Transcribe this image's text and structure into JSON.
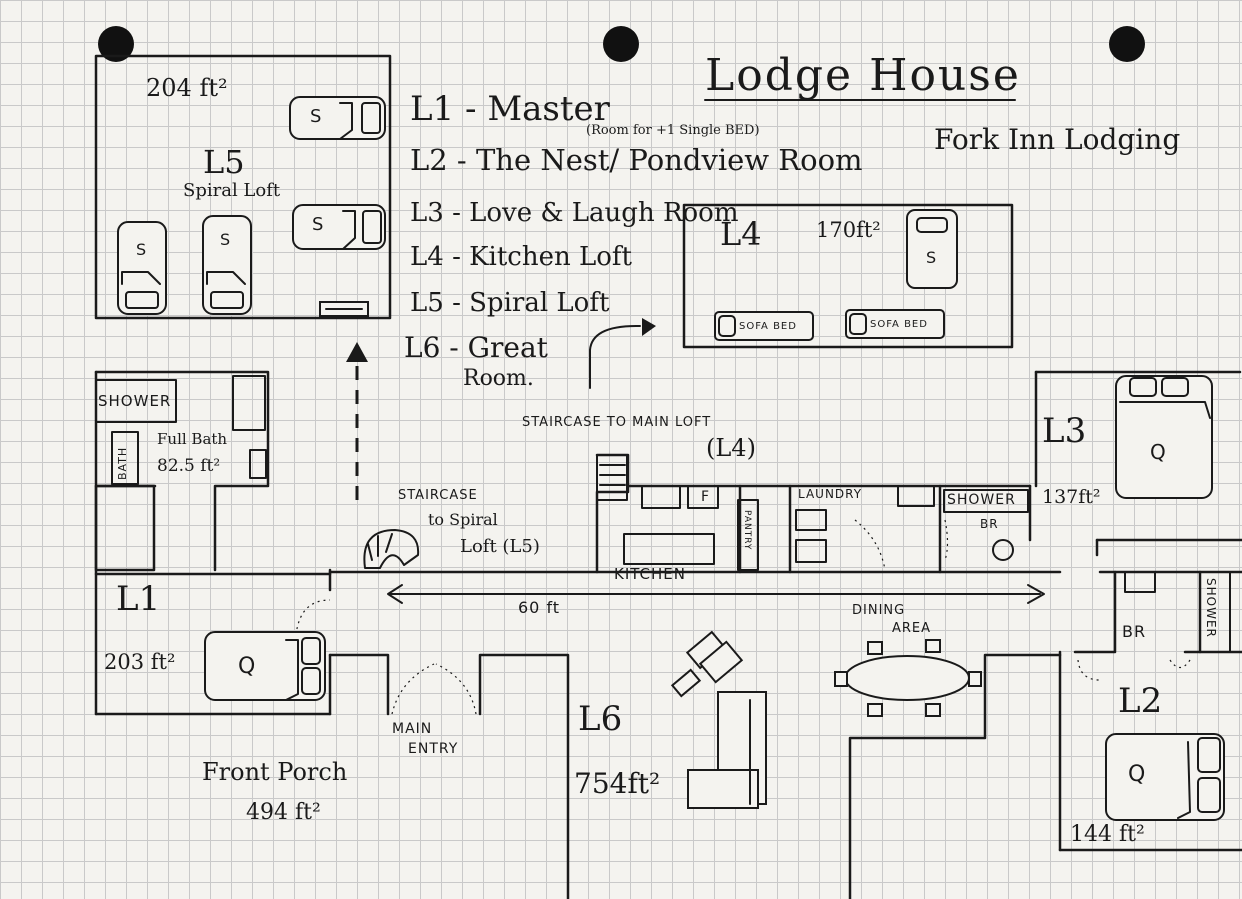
{
  "header": {
    "title": "Lodge House",
    "subtitle": "Fork Inn Lodging"
  },
  "legend": [
    "L1 - Master",
    "L2 - The Nest/ Pondview Room",
    "L3 - Love & Laugh Room",
    "L4 - Kitchen Loft",
    "L5 - Spiral Loft",
    "L6 - Great",
    "Room."
  ],
  "legend_note": "(Room for +1 Single BED)",
  "rooms": {
    "l5": {
      "code": "L5",
      "name": "Spiral Loft",
      "area": "204 ft²"
    },
    "l4": {
      "code": "L4",
      "area": "170ft²"
    },
    "l3": {
      "code": "L3",
      "area": "137ft²"
    },
    "l2": {
      "code": "L2",
      "area": "144 ft²"
    },
    "l1": {
      "code": "L1",
      "area": "203 ft²"
    },
    "l6": {
      "code": "L6",
      "area": "754ft²"
    }
  },
  "bath": {
    "shower": "SHOWER",
    "bath": "BATH",
    "label_line1": "Full Bath",
    "label_line2": "82.5 ft²"
  },
  "labels": {
    "staircase_main_line1": "STAIRCASE TO MAIN LOFT",
    "staircase_main_line2": "(L4)",
    "staircase_spiral_line1": "STAIRCASE",
    "staircase_spiral_line2": "to Spiral",
    "staircase_spiral_line3": "Loft (L5)",
    "kitchen": "KITCHEN",
    "pantry": "PANTRY",
    "laundry": "LAUNDRY",
    "shower": "SHOWER",
    "br": "BR",
    "dining_line1": "DINING",
    "dining_line2": "AREA",
    "main_entry_line1": "MAIN",
    "main_entry_line2": "ENTRY",
    "front_porch": "Front Porch",
    "porch_area": "494 ft²",
    "length": "60 ft",
    "fridge": "F"
  },
  "beds": {
    "single": "S",
    "queen": "Q",
    "sofa_bed": "SOFA BED"
  }
}
